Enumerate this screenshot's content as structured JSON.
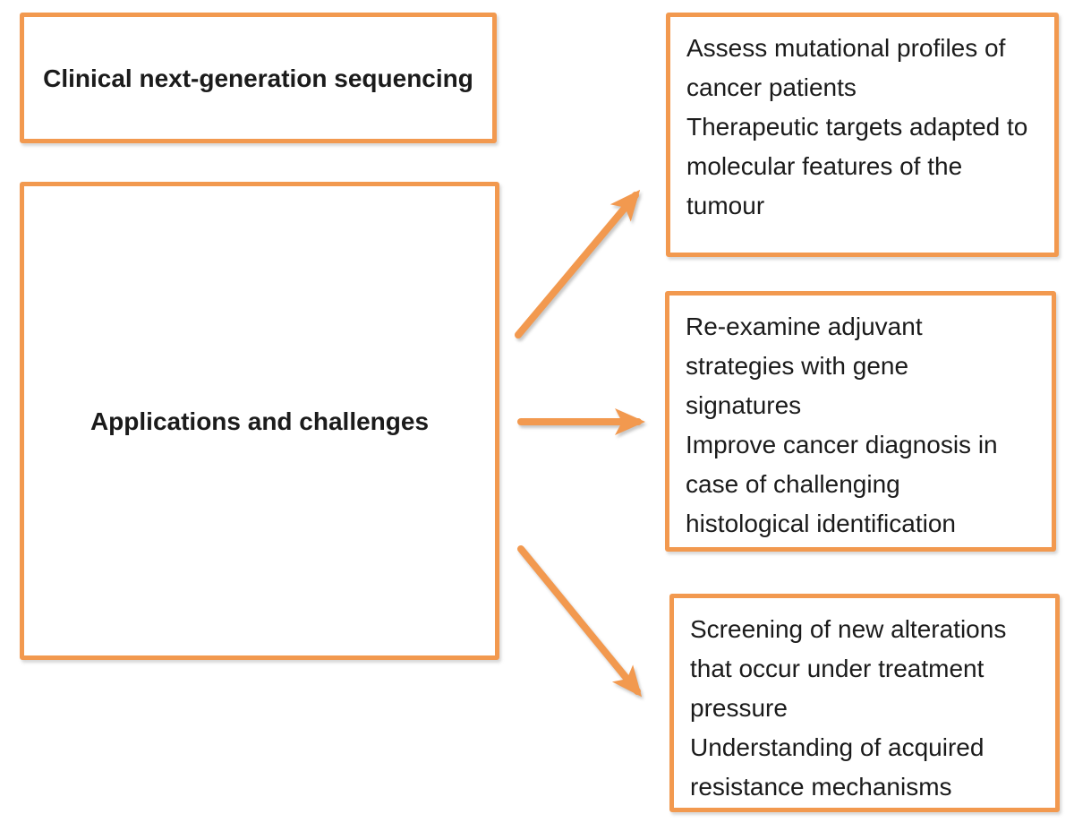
{
  "diagram": {
    "accent_color": "#F2994F",
    "boxes": {
      "clinical": {
        "label": "Clinical next-generation sequencing"
      },
      "applications": {
        "label": "Applications and challenges"
      },
      "outcomes": [
        {
          "items": [
            "Assess mutational profiles of cancer patients",
            "Therapeutic targets adapted to molecular features of the tumour"
          ]
        },
        {
          "items": [
            "Re-examine adjuvant strategies with gene signatures",
            "Improve cancer diagnosis in case of challenging histological identification"
          ]
        },
        {
          "items": [
            "Screening of new alterations that occur under treatment pressure",
            "Understanding of acquired resistance mechanisms"
          ]
        }
      ]
    },
    "arrows": [
      {
        "name": "arrow-up-right-icon"
      },
      {
        "name": "arrow-right-icon"
      },
      {
        "name": "arrow-down-right-icon"
      }
    ]
  }
}
